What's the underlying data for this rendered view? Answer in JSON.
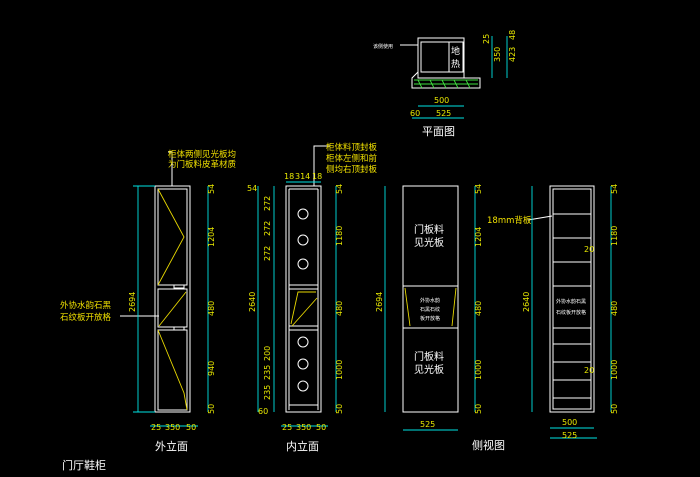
{
  "drawing_title": "门厅鞋柜",
  "views": {
    "plan": {
      "title": "平面图",
      "note": "该侧使用",
      "box_label_1": "地",
      "box_label_2": "热",
      "dims_right": [
        "25",
        "350",
        "423",
        "48"
      ],
      "dims_bottom": [
        "500",
        "525"
      ],
      "dim_left": "60"
    },
    "outer": {
      "title": "外立面",
      "callout_top_1": "柜体两侧见光板均",
      "callout_top_2": "为门板料皮革材质",
      "callout_left_1": "外协水韵石黑",
      "callout_left_2": "石纹板开放格",
      "dim_total": "2694",
      "dims_right": [
        "54",
        "1204",
        "480",
        "940",
        "50"
      ],
      "dims_bottom": [
        "25",
        "350",
        "50"
      ]
    },
    "inner": {
      "title": "内立面",
      "callout_1": "柜体料顶封板",
      "callout_2": "柜体左侧和前",
      "callout_3": "侧均右顶封板",
      "dims_top": [
        "18",
        "314",
        "18"
      ],
      "dim_total": "2640",
      "dims_left": [
        "54",
        "272",
        "272",
        "272",
        "200",
        "235",
        "235",
        "60"
      ],
      "dims_right": [
        "54",
        "1180",
        "480",
        "1000",
        "50"
      ],
      "dims_bottom": [
        "25",
        "350",
        "50"
      ]
    },
    "side": {
      "title": "侧视图",
      "label_top_1": "门板料",
      "label_top_2": "见光板",
      "label_mid_1": "外协水韵",
      "label_mid_2": "石黑石纹",
      "label_mid_3": "板开放格",
      "label_bot_1": "门板料",
      "label_bot_2": "见光板",
      "dim_total": "2694",
      "dims_right": [
        "54",
        "1204",
        "480",
        "1000",
        "50"
      ],
      "dim_bottom": "525"
    },
    "back": {
      "callout": "18mm背板",
      "dim_total": "2640",
      "dims_right": [
        "54",
        "1180",
        "480",
        "1000",
        "50"
      ],
      "dim_20a": "20",
      "dim_20b": "20",
      "label_mid_1": "外协水韵石黑",
      "label_mid_2": "石纹板开放格",
      "dims_bottom": [
        "500",
        "525"
      ]
    }
  }
}
